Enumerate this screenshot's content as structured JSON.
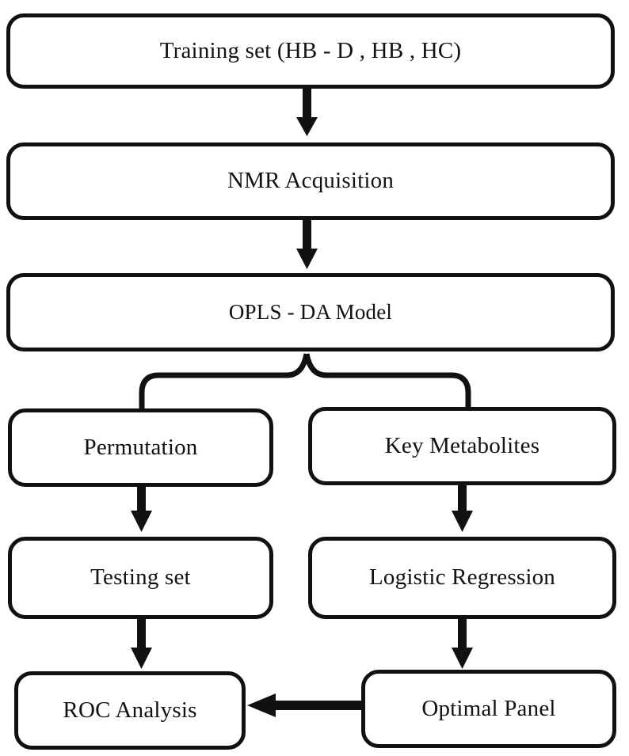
{
  "diagram": {
    "title": "Metabolomics analysis workflow flowchart",
    "background_color": "#ffffff",
    "stroke_color": "#111111",
    "text_color": "#15110f",
    "nodes": [
      {
        "id": "training-set",
        "label": "Training set (HB - D , HB , HC)"
      },
      {
        "id": "nmr-acquisition",
        "label": "NMR Acquisition"
      },
      {
        "id": "opls-da-model",
        "label": "OPLS - DA Model"
      },
      {
        "id": "permutation",
        "label": "Permutation"
      },
      {
        "id": "key-metabolites",
        "label": "Key Metabolites"
      },
      {
        "id": "testing-set",
        "label": "Testing set"
      },
      {
        "id": "logistic-regression",
        "label": "Logistic Regression"
      },
      {
        "id": "roc-analysis",
        "label": "ROC Analysis"
      },
      {
        "id": "optimal-panel",
        "label": "Optimal Panel"
      }
    ],
    "edges": [
      {
        "from": "training-set",
        "to": "nmr-acquisition",
        "kind": "arrow-down"
      },
      {
        "from": "nmr-acquisition",
        "to": "opls-da-model",
        "kind": "arrow-down"
      },
      {
        "from": "opls-da-model",
        "to": "permutation",
        "kind": "split-branch-left"
      },
      {
        "from": "opls-da-model",
        "to": "key-metabolites",
        "kind": "split-branch-right"
      },
      {
        "from": "permutation",
        "to": "testing-set",
        "kind": "arrow-down"
      },
      {
        "from": "key-metabolites",
        "to": "logistic-regression",
        "kind": "arrow-down"
      },
      {
        "from": "testing-set",
        "to": "roc-analysis",
        "kind": "arrow-down"
      },
      {
        "from": "logistic-regression",
        "to": "optimal-panel",
        "kind": "arrow-down"
      },
      {
        "from": "optimal-panel",
        "to": "roc-analysis",
        "kind": "arrow-left"
      }
    ]
  }
}
